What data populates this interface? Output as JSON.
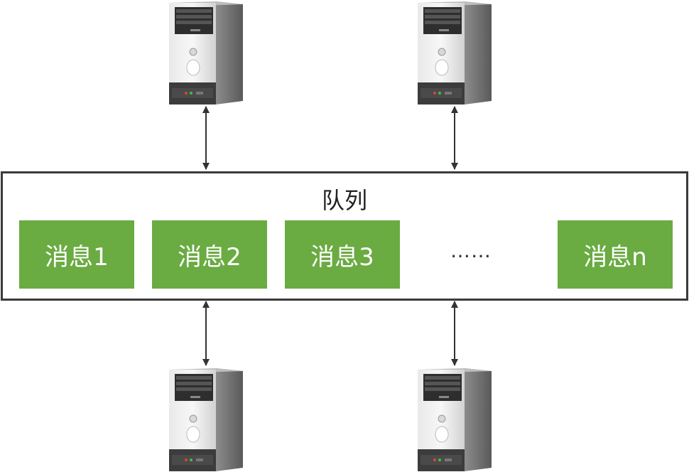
{
  "queue": {
    "title": "队列",
    "messages": [
      "消息1",
      "消息2",
      "消息3",
      "消息n"
    ],
    "ellipsis": "……"
  },
  "colors": {
    "message_fill": "#6aab42",
    "border": "#3a3a3a",
    "arrow": "#333333"
  },
  "icons": {
    "server": "server-tower-icon",
    "connection": "bidirectional-arrow"
  }
}
